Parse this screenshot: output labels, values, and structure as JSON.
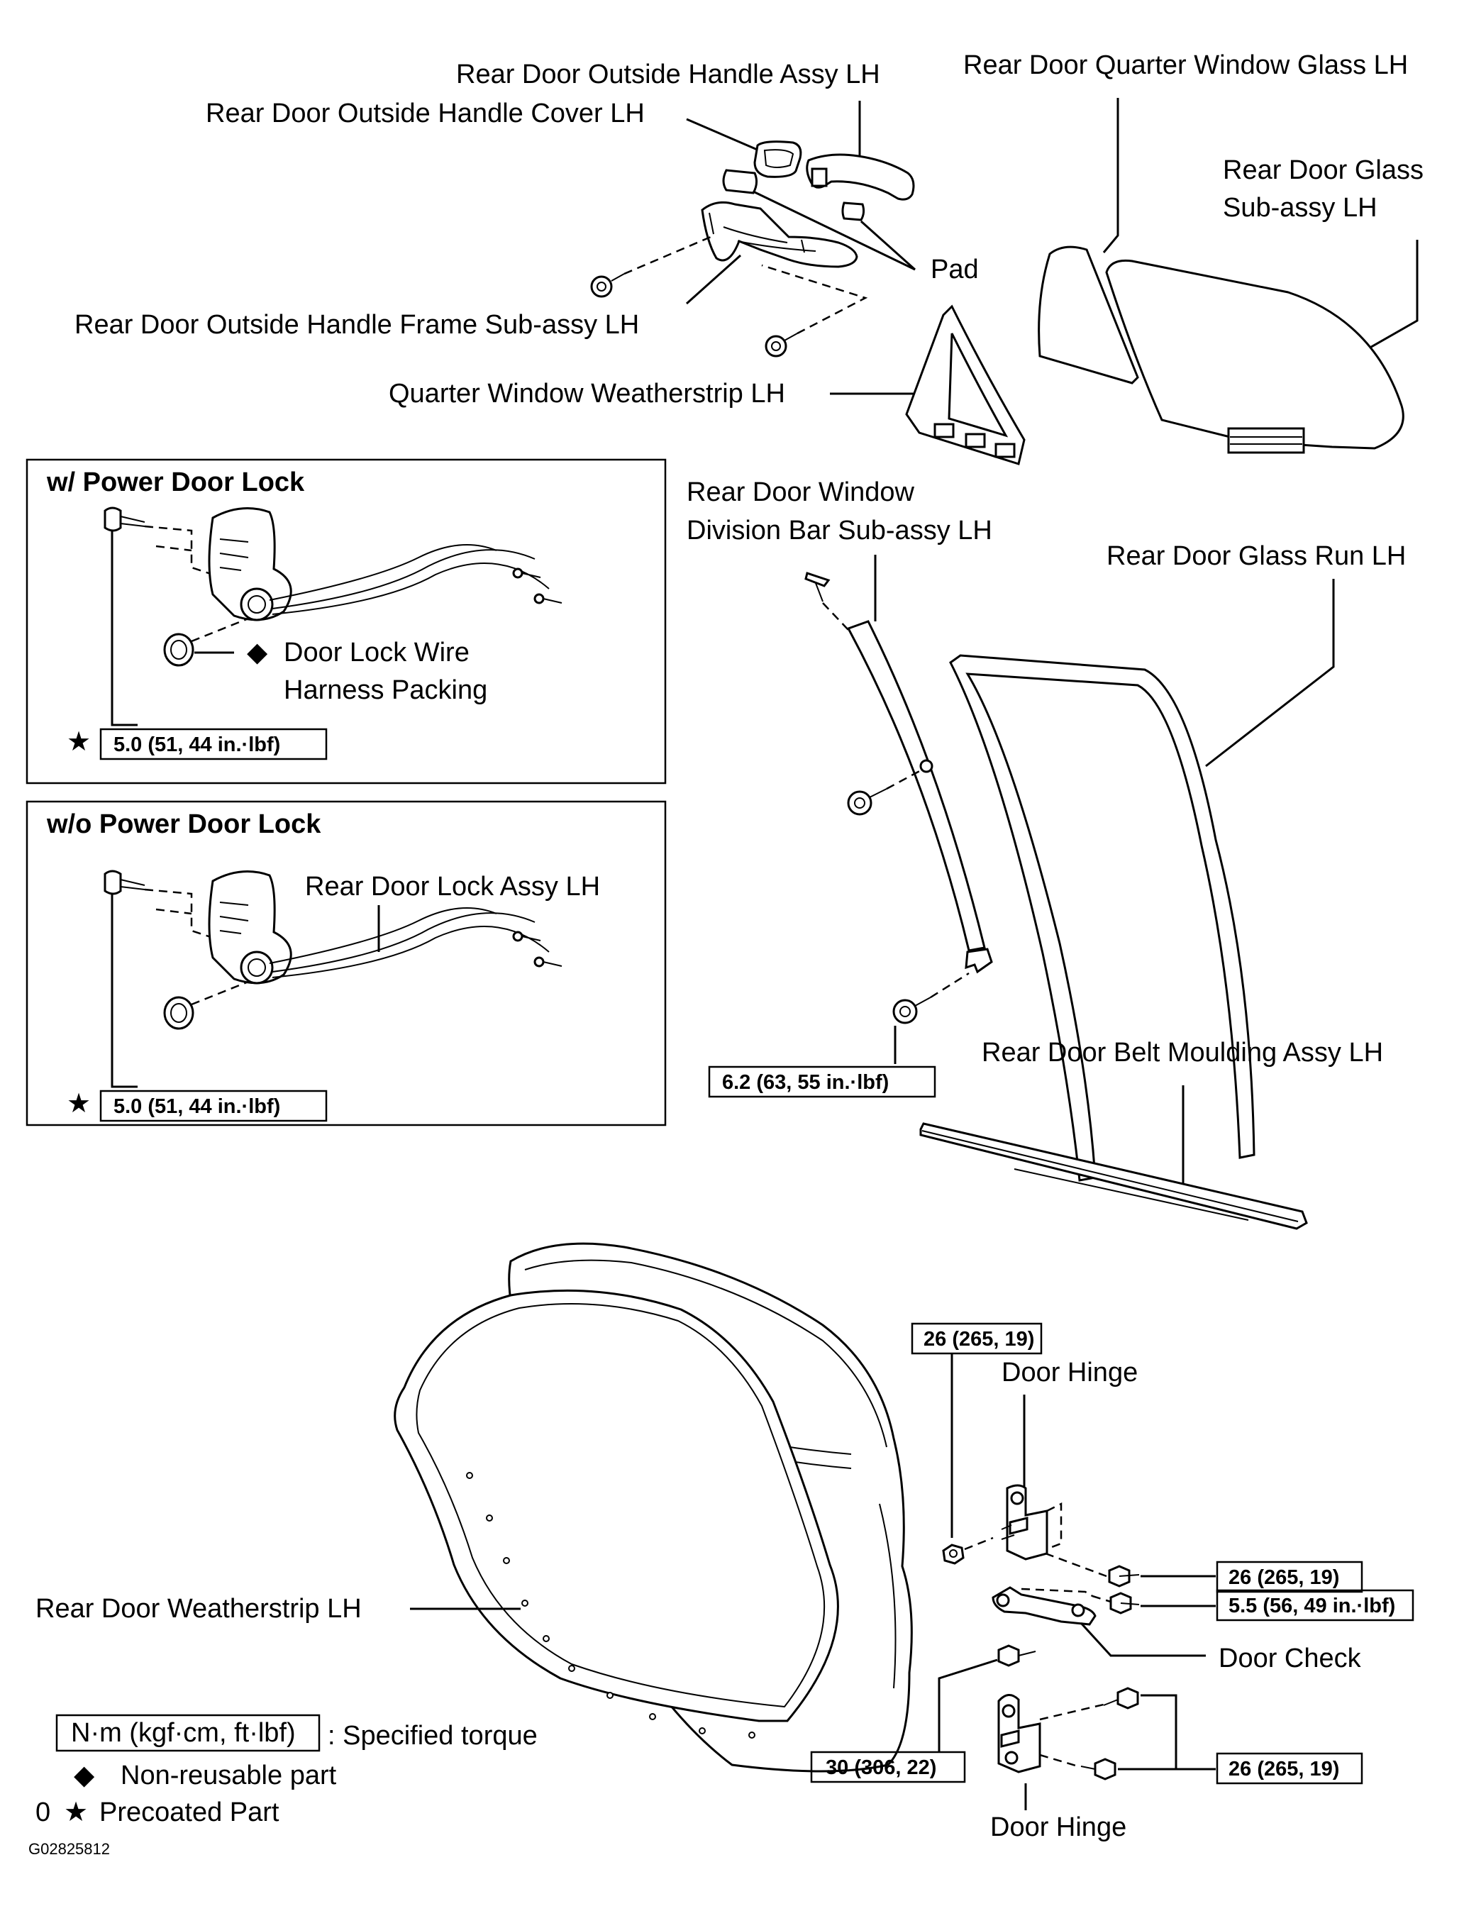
{
  "labels": {
    "outside_handle_assy": "Rear Door Outside Handle Assy LH",
    "outside_handle_cover": "Rear Door Outside Handle Cover LH",
    "quarter_window_glass": "Rear Door Quarter Window Glass LH",
    "door_glass_line1": "Rear Door Glass",
    "door_glass_line2": "Sub-assy  LH",
    "pad": "Pad",
    "handle_frame": "Rear Door Outside Handle Frame Sub-assy LH",
    "quarter_weatherstrip": "Quarter Window Weatherstrip LH",
    "division_bar_line1": "Rear Door Window",
    "division_bar_line2": "Division Bar Sub-assy LH",
    "glass_run": "Rear Door Glass Run LH",
    "belt_moulding": "Rear Door Belt Moulding Assy LH",
    "door_weatherstrip": "Rear Door Weatherstrip LH",
    "door_hinge_upper": "Door Hinge",
    "door_hinge_lower": "Door Hinge",
    "door_check": "Door Check",
    "lock_assy": "Rear Door Lock Assy LH",
    "wire_packing_line1": "Door Lock Wire",
    "wire_packing_line2": "Harness Packing"
  },
  "boxes": {
    "power_lock_title": "w/ Power Door Lock",
    "no_power_lock_title": "w/o Power Door Lock"
  },
  "torques": {
    "lock_power": "5.0 (51, 44 in.·lbf)",
    "lock_no_power": "5.0 (51, 44 in.·lbf)",
    "division_bar": "6.2 (63, 55 in.·lbf)",
    "hinge_nut": "26 (265, 19)",
    "hinge_upper_bolt": "26 (265, 19)",
    "door_check_bolt": "5.5 (56, 49 in.·lbf)",
    "body_bolt": "30 (306, 22)",
    "hinge_lower_bolts": "26 (265, 19)"
  },
  "legend": {
    "unit_box": "N·m (kgf·cm, ft·lbf)",
    "unit_text": ": Specified torque",
    "nonreusable": "Non-reusable part",
    "precoated": "Precoated Part",
    "precoated_prefix": "0",
    "diamond_symbol": "◆",
    "star_symbol": "★"
  },
  "figure_code": "G02825812"
}
